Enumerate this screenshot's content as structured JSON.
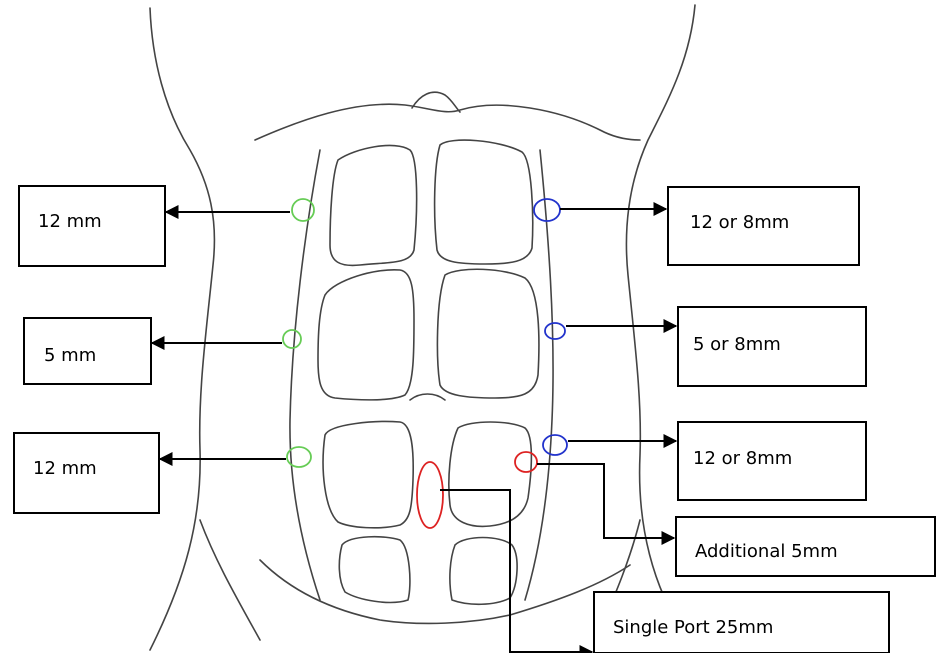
{
  "colors": {
    "port_12mm_left": "#66cc55",
    "port_robotic": "#2233cc",
    "port_single": "#dd2222",
    "outline": "#444444",
    "box_border": "#000000"
  },
  "labels": {
    "left_upper": "12 mm",
    "left_middle": "5 mm",
    "left_lower": "12 mm",
    "right_upper": "12 or 8mm",
    "right_middle": "5 or 8mm",
    "right_lower": "12 or 8mm",
    "additional": "Additional 5mm",
    "single_port": "Single Port 25mm"
  }
}
